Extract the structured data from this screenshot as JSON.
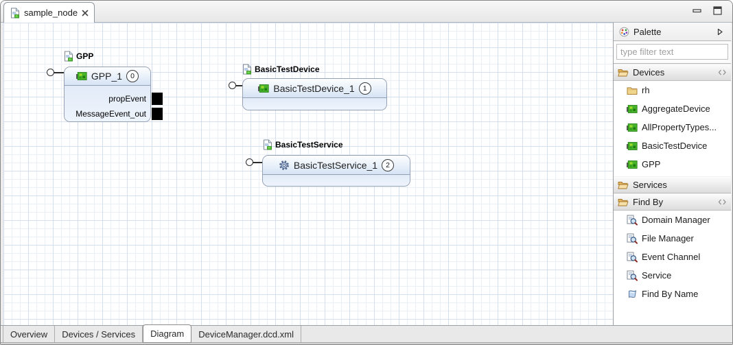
{
  "window": {
    "editor_tab": {
      "title": "sample_node",
      "icon": "node-document-icon",
      "close_icon": "close-icon"
    },
    "controls": {
      "minimize_icon": "minimize-icon",
      "maximize_icon": "maximize-icon"
    }
  },
  "diagram": {
    "nodes": [
      {
        "type_label": "GPP",
        "type_icon": "node-document-icon",
        "instance": "GPP_1",
        "instance_icon": "device-board-icon",
        "badge": "0",
        "output_ports": [
          "propEvent",
          "MessageEvent_out"
        ]
      },
      {
        "type_label": "BasicTestDevice",
        "type_icon": "node-document-icon",
        "instance": "BasicTestDevice_1",
        "instance_icon": "device-board-icon",
        "badge": "1",
        "output_ports": []
      },
      {
        "type_label": "BasicTestService",
        "type_icon": "node-document-icon",
        "instance": "BasicTestService_1",
        "instance_icon": "gear-icon",
        "badge": "2",
        "output_ports": []
      }
    ]
  },
  "palette": {
    "title": "Palette",
    "title_icon": "palette-icon",
    "collapse_icon": "triangle-right-icon",
    "filter_placeholder": "type filter text",
    "pin_icon": "pin-drawer-icon",
    "sections": [
      {
        "label": "Devices",
        "icon": "open-folder-icon",
        "pinned": true,
        "items": [
          {
            "label": "rh",
            "icon": "closed-folder-icon"
          },
          {
            "label": "AggregateDevice",
            "icon": "device-board-icon"
          },
          {
            "label": "AllPropertyTypes...",
            "icon": "device-board-icon"
          },
          {
            "label": "BasicTestDevice",
            "icon": "device-board-icon"
          },
          {
            "label": "GPP",
            "icon": "device-board-icon"
          }
        ]
      },
      {
        "label": "Services",
        "icon": "open-folder-icon",
        "pinned": false,
        "items": []
      },
      {
        "label": "Find By",
        "icon": "open-folder-icon",
        "pinned": true,
        "items": [
          {
            "label": "Domain Manager",
            "icon": "document-search-icon"
          },
          {
            "label": "File Manager",
            "icon": "document-search-icon"
          },
          {
            "label": "Event Channel",
            "icon": "document-search-icon"
          },
          {
            "label": "Service",
            "icon": "document-search-icon"
          },
          {
            "label": "Find By Name",
            "icon": "find-by-name-icon"
          }
        ]
      }
    ]
  },
  "bottom_tabs": [
    {
      "label": "Overview",
      "active": false
    },
    {
      "label": "Devices / Services",
      "active": false
    },
    {
      "label": "Diagram",
      "active": true
    },
    {
      "label": "DeviceManager.dcd.xml",
      "active": false
    }
  ],
  "colors": {
    "node_border": "#94a0b4",
    "node_header_top": "#fdfeff",
    "node_header_bottom": "#d6e4f5",
    "node_body": "#e9f0fa",
    "grid_minor": "#e9eef8",
    "grid_major": "#d3def0",
    "port_square": "#000000",
    "device_icon_green": "#46b32a"
  }
}
